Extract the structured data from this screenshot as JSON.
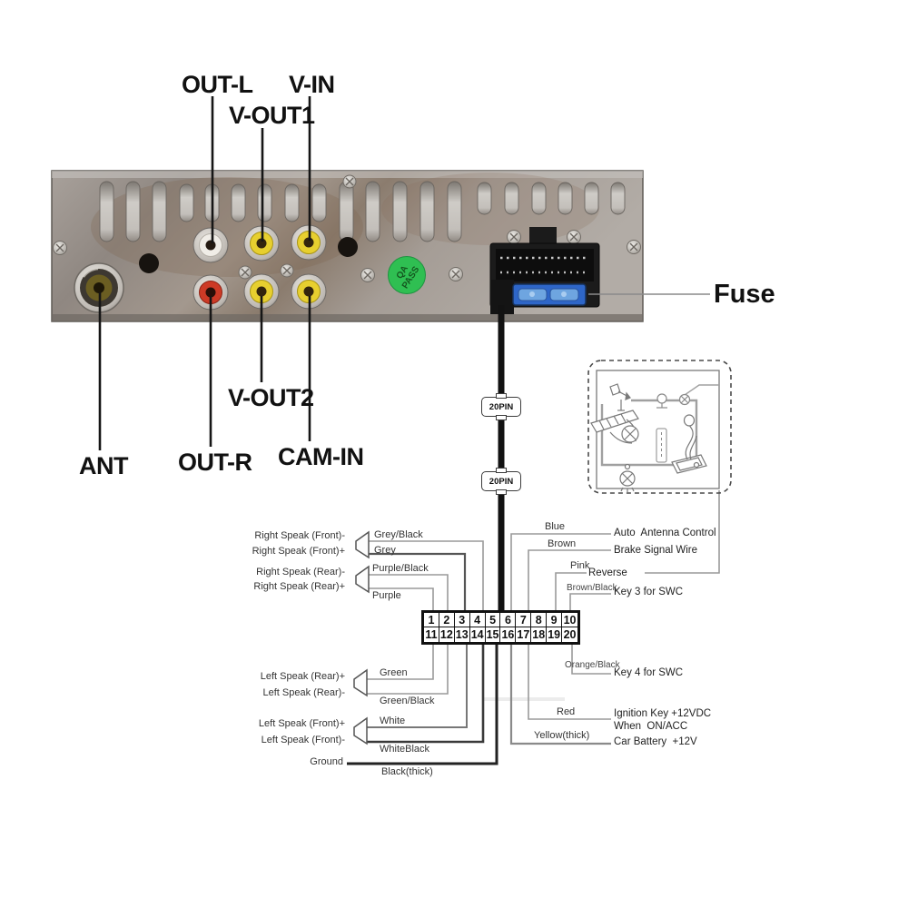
{
  "title_labels": {
    "out_l": "OUT-L",
    "v_out1": "V-OUT1",
    "v_in": "V-IN",
    "v_out2": "V-OUT2",
    "out_r": "OUT-R",
    "cam_in": "CAM-IN",
    "ant": "ANT",
    "fuse": "Fuse"
  },
  "panel": {
    "qa_line1": "QA",
    "qa_line2": "PASS"
  },
  "harness": {
    "connector_label": "20PIN"
  },
  "pin_table": {
    "pins": [
      "1",
      "2",
      "3",
      "4",
      "5",
      "6",
      "7",
      "8",
      "9",
      "10",
      "11",
      "12",
      "13",
      "14",
      "15",
      "16",
      "17",
      "18",
      "19",
      "20"
    ]
  },
  "left_rows": {
    "rf_neg": "Right Speak (Front)-",
    "rf_pos": "Right Speak (Front)+",
    "rr_neg": "Right Speak (Rear)-",
    "rr_pos": "Right Speak (Rear)+",
    "lr_pos": "Left Speak (Rear)+",
    "lr_neg": "Left Speak (Rear)-",
    "lf_pos": "Left Speak (Front)+",
    "lf_neg": "Left Speak (Front)-",
    "ground": "Ground"
  },
  "wire_labels": {
    "grey_black": "Grey/Black",
    "grey": "Grey",
    "purple_black": "Purple/Black",
    "purple": "Purple",
    "green": "Green",
    "green_black": "Green/Black",
    "white": "White",
    "white_black": "WhiteBlack",
    "black_thick": "Black(thick)",
    "blue": "Blue",
    "brown": "Brown",
    "pink": "Pink",
    "brown_black": "Brown/Black",
    "orange_black": "Orange/Black",
    "red": "Red",
    "yellow_thick": "Yellow(thick)"
  },
  "right_targets": {
    "antenna": "Auto  Antenna Control",
    "brake": "Brake Signal Wire",
    "reverse": "Reverse",
    "key3": "Key 3 for SWC",
    "key4": "Key 4 for SWC",
    "ignition_line1": "Ignition Key +12VDC",
    "ignition_line2": "When  ON/ACC",
    "battery": "Car Battery  +12V"
  },
  "connections": [
    {
      "pin": 1,
      "wire": "Purple",
      "function": "Right Speak (Rear)+"
    },
    {
      "pin": 2,
      "wire": "Purple/Black",
      "function": "Right Speak (Rear)-"
    },
    {
      "pin": 3,
      "wire": "Grey",
      "function": "Right Speak (Front)+"
    },
    {
      "pin": 4,
      "wire": "Grey/Black",
      "function": "Right Speak (Front)-"
    },
    {
      "pin": 6,
      "wire": "Blue",
      "function": "Auto Antenna Control"
    },
    {
      "pin": 7,
      "wire": "Brown",
      "function": "Brake Signal Wire"
    },
    {
      "pin": 9,
      "wire": "Pink",
      "function": "Reverse"
    },
    {
      "pin": 10,
      "wire": "Brown/Black",
      "function": "Key 3 for SWC"
    },
    {
      "pin": 11,
      "wire": "Green",
      "function": "Left Speak (Rear)+"
    },
    {
      "pin": 12,
      "wire": "Green/Black",
      "function": "Left Speak (Rear)-"
    },
    {
      "pin": 13,
      "wire": "White",
      "function": "Left Speak (Front)+"
    },
    {
      "pin": 14,
      "wire": "WhiteBlack",
      "function": "Left Speak (Front)-"
    },
    {
      "pin": 15,
      "wire": "Black(thick)",
      "function": "Ground"
    },
    {
      "pin": 16,
      "wire": "Yellow(thick)",
      "function": "Car Battery +12V"
    },
    {
      "pin": 17,
      "wire": "Red",
      "function": "Ignition Key +12VDC When ON/ACC"
    },
    {
      "pin": 20,
      "wire": "Orange/Black",
      "function": "Key 4 for SWC"
    }
  ],
  "colors": {
    "rca_white": "#f0ede7",
    "rca_yellow": "#e7cf2f",
    "rca_red": "#cd3a26",
    "qa_green": "#2fbf52",
    "fuse_blue": "#2e66c8",
    "panel_metal": "#9b948f"
  }
}
